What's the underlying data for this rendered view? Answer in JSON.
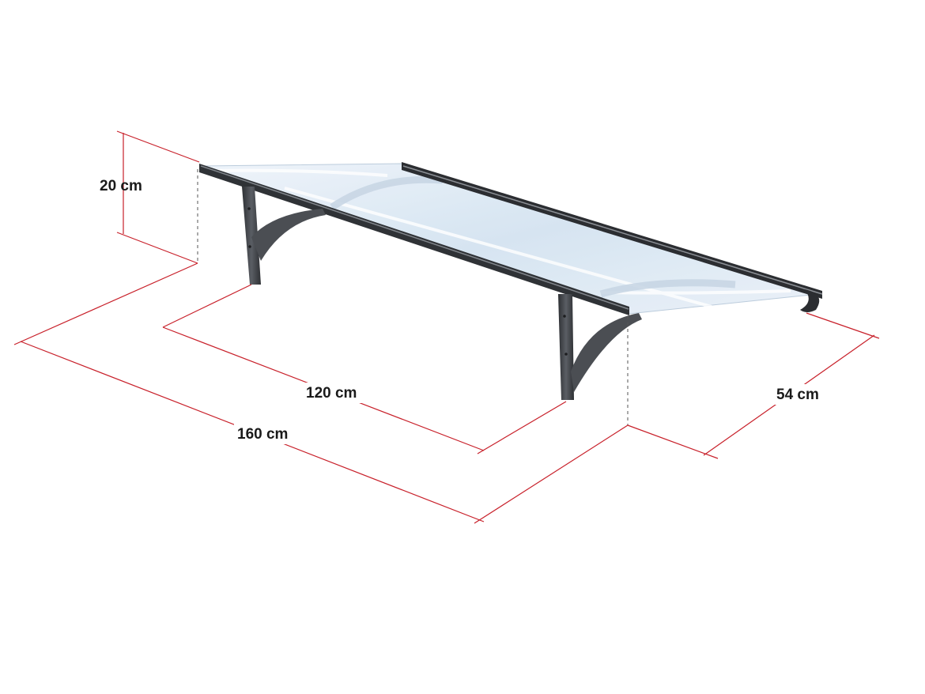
{
  "dimensions": {
    "height_label": "20 cm",
    "bracket_spacing_label": "120 cm",
    "total_width_label": "160 cm",
    "depth_label": "54 cm"
  },
  "colors": {
    "dimension_line": "#c8202a",
    "frame_dark": "#3a3d42",
    "bracket": "#4a4d52",
    "panel_glass": "#dfe9f4",
    "guide_dashed": "#555555"
  }
}
